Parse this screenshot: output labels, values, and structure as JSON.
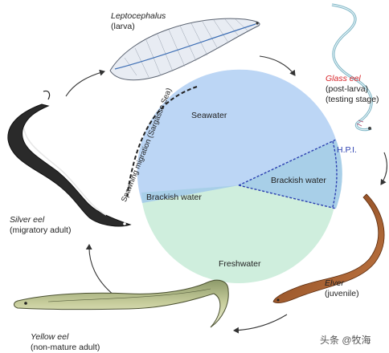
{
  "stages": {
    "leptocephalus": {
      "name": "Leptocephalus",
      "desc": "(larva)"
    },
    "glass_eel": {
      "name": "Glass eel",
      "desc1": "(post-larva)",
      "desc2": "(testing stage)"
    },
    "elver": {
      "name": "Elver",
      "desc": "(juvenile)"
    },
    "yellow_eel": {
      "name": "Yellow eel",
      "desc": "(non-mature adult)"
    },
    "silver_eel": {
      "name": "Silver eel",
      "desc": "(migratory adult)"
    }
  },
  "habitats": {
    "seawater": "Seawater",
    "brackish_left": "Brackish water",
    "brackish_right": "Brackish water",
    "freshwater": "Freshwater",
    "hpi": "H.P.I."
  },
  "migration_label": "Spawning migration (Sargasso Sea)",
  "watermark": "头条 @牧海",
  "colors": {
    "seawater": "#bcd6f5",
    "brackish": "#a8cfe8",
    "freshwater": "#cfeedd",
    "hpi": "#2b3fb0",
    "glass_eel_label": "#d8262b"
  }
}
